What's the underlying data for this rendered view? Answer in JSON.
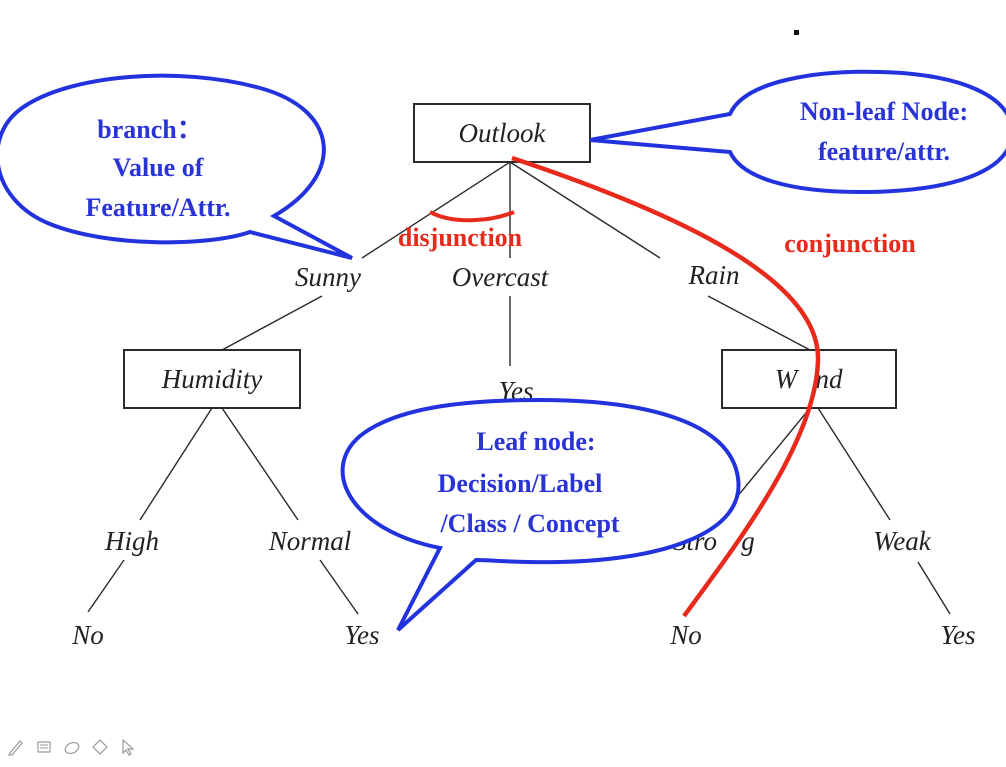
{
  "nodes": {
    "root": "Outlook",
    "sunny": "Sunny",
    "overcast": "Overcast",
    "rain": "Rain",
    "humidity": "Humidity",
    "yes_overcast": "Yes",
    "wind": "W",
    "wind_suffix": "nd",
    "high": "High",
    "normal": "Normal",
    "strong_a": "Stro",
    "strong_b": "g",
    "weak": "Weak",
    "no_high": "No",
    "yes_normal": "Yes",
    "no_strong": "No",
    "yes_weak": "Yes"
  },
  "callouts": {
    "branch": [
      "branch：",
      "Value of",
      "Feature/Attr."
    ],
    "nonleaf": [
      "Non-leaf Node:",
      "feature/attr."
    ],
    "leaf": [
      "Leaf node:",
      "Decision/Label",
      "/Class / Concept"
    ]
  },
  "annotations": {
    "disjunction": "disjunction",
    "conjunction": "conjunction"
  },
  "colors": {
    "callout_border": "#2233dd",
    "callout_text": "#2a34d6",
    "annotation_red": "#e82a1c"
  },
  "toolbar": {
    "icons": [
      "pen-icon",
      "highlighter-icon",
      "eraser-icon",
      "shape-icon",
      "pointer-icon"
    ]
  }
}
